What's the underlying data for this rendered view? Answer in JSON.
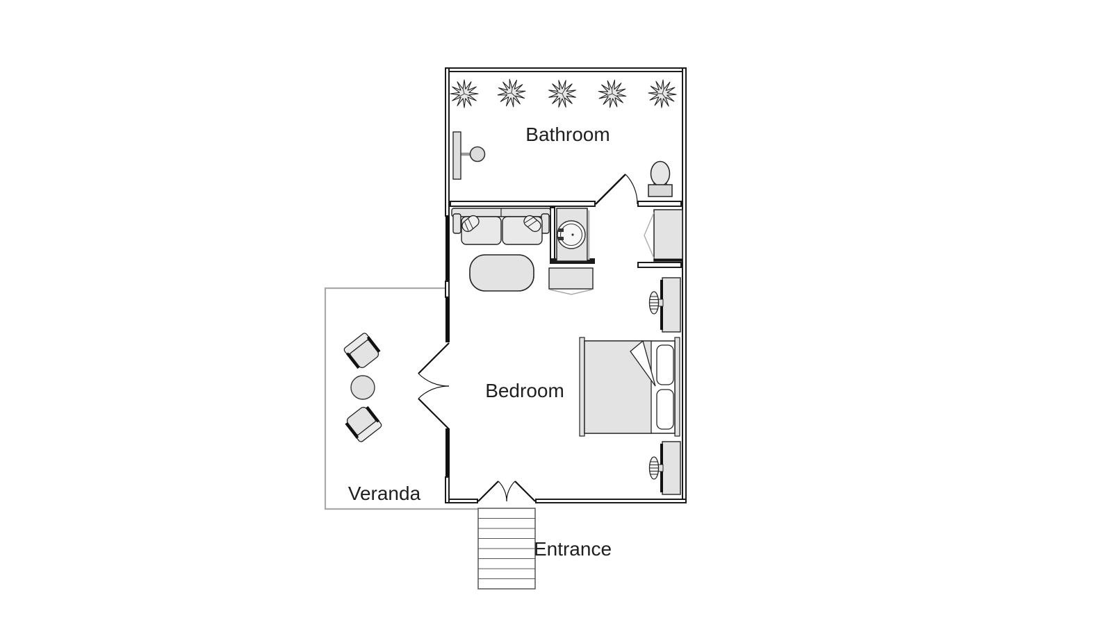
{
  "diagram": {
    "type": "floor-plan",
    "labels": {
      "bathroom": "Bathroom",
      "bedroom": "Bedroom",
      "veranda": "Veranda",
      "entrance": "Entrance"
    },
    "rooms": [
      {
        "id": "bathroom",
        "label": "Bathroom"
      },
      {
        "id": "bedroom",
        "label": "Bedroom"
      },
      {
        "id": "veranda",
        "label": "Veranda"
      },
      {
        "id": "entrance",
        "label": "Entrance"
      }
    ],
    "furniture": [
      "plant",
      "plant",
      "plant",
      "plant",
      "plant",
      "shower",
      "toilet",
      "wardrobe",
      "sofa",
      "coffee-table",
      "sink-vanity",
      "dresser",
      "nightstand",
      "table-lamp",
      "double-bed",
      "nightstand",
      "table-lamp",
      "armchair",
      "round-table",
      "armchair",
      "stairs"
    ],
    "colors": {
      "wall": "#1a1a1a",
      "furniture_fill": "#e3e3e3",
      "furniture_stroke": "#222222",
      "veranda_outline": "#aaaaaa",
      "stair_line": "#555555",
      "background": "#ffffff"
    }
  }
}
